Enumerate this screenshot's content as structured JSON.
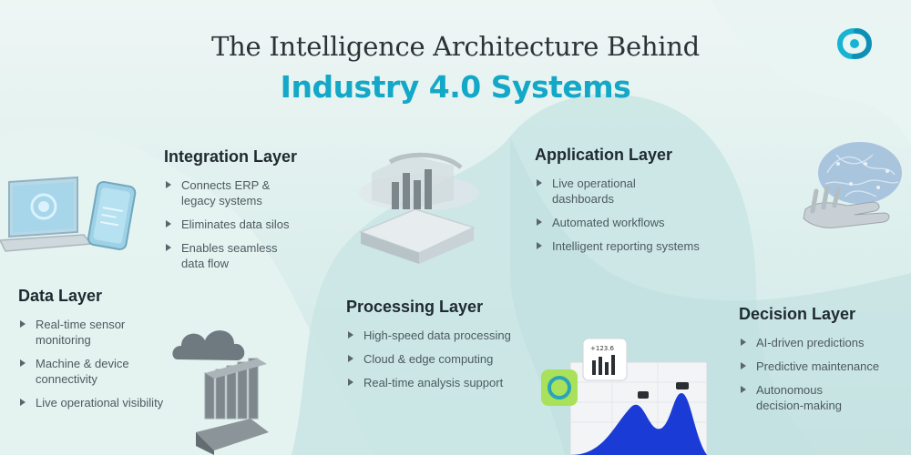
{
  "title": {
    "line1": "The Intelligence Architecture Behind",
    "line2": "Industry 4.0 Systems"
  },
  "colors": {
    "accent": "#13a8c7",
    "heading": "#1f2a30",
    "text": "#4d5a60"
  },
  "layers": {
    "integration": {
      "name": "Integration Layer",
      "items": [
        "Connects ERP & legacy systems",
        "Eliminates data silos",
        "Enables seamless data flow"
      ]
    },
    "application": {
      "name": "Application Layer",
      "items": [
        "Live operational dashboards",
        "Automated workflows",
        "Intelligent reporting systems"
      ]
    },
    "data": {
      "name": "Data Layer",
      "items": [
        "Real-time sensor monitoring",
        "Machine & device connectivity",
        "Live operational visibility"
      ]
    },
    "processing": {
      "name": "Processing Layer",
      "items": [
        "High-speed data processing",
        "Cloud & edge computing",
        "Real-time analysis support"
      ]
    },
    "decision": {
      "name": "Decision Layer",
      "items": [
        "AI-driven predictions",
        "Predictive maintenance",
        "Autonomous decision-making"
      ]
    }
  },
  "illustrations": {
    "devices": "laptop-phone-icon",
    "cloud_server": "cloud-server-icon",
    "processing_cube": "chart-cube-icon",
    "analytics": "analytics-dashboard-icon",
    "brain": "ai-brain-hand-icon",
    "logo": "brand-logo-icon"
  },
  "dashboard_badge": "+123.6"
}
